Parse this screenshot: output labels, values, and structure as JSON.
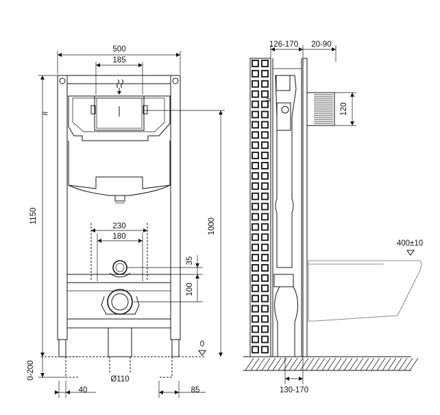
{
  "front_view": {
    "width_total": "500",
    "width_top_plate": "185",
    "height_total": "1150",
    "height_to_plate": "1000",
    "pipe_spacing_outer": "230",
    "pipe_spacing_inner": "180",
    "offset_small": "35",
    "offset_vertical": "100",
    "foot_adjust": "0-200",
    "floor_level": "0",
    "drain_diameter": "Ø110",
    "foot_left": "40",
    "foot_right": "85",
    "water_symbol": "≈"
  },
  "side_view": {
    "wall_depth": "126-170",
    "front_depth": "20-90",
    "inlet_height": "120",
    "bowl_height": "400±10",
    "bottom_depth": "130-170",
    "water_symbol": "≈"
  }
}
